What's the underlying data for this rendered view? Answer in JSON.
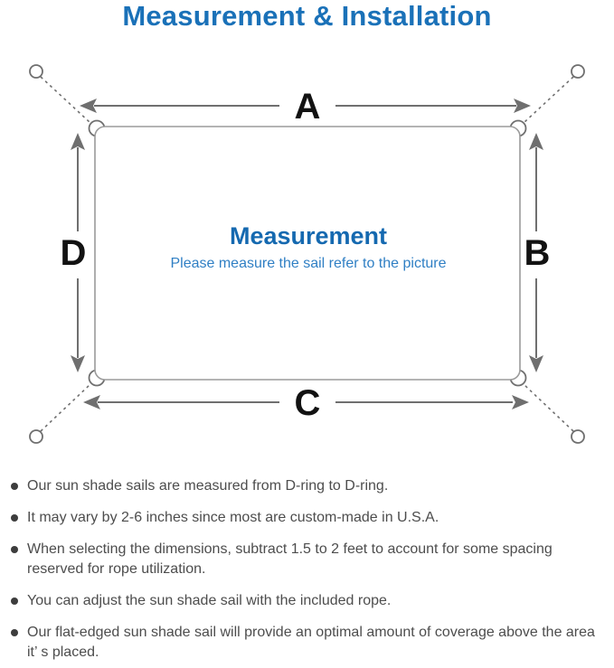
{
  "title": "Measurement & Installation",
  "colors": {
    "title_blue": "#1a71b8",
    "center_blue": "#1569b0",
    "subtitle_blue": "#2f7fc4",
    "line_gray": "#9b9b9b",
    "arrow_gray": "#6f6f6f",
    "text_gray": "#4d4d4d",
    "dot_gray": "#3d3d3d"
  },
  "diagram": {
    "label_top": "A",
    "label_right": "B",
    "label_bottom": "C",
    "label_left": "D",
    "center_title": "Measurement",
    "center_subtitle": "Please measure the sail refer to the picture"
  },
  "notes": {
    "items": [
      "Our sun shade sails are measured from D-ring to D-ring.",
      "It may vary by 2-6 inches since most are custom-made in U.S.A.",
      "When selecting the dimensions, subtract 1.5 to 2 feet to account for some spacing reserved for rope utilization.",
      "You can adjust the sun shade sail with the included rope.",
      "Our flat-edged sun shade sail will provide an optimal amount of coverage above the area it’ s placed."
    ]
  }
}
